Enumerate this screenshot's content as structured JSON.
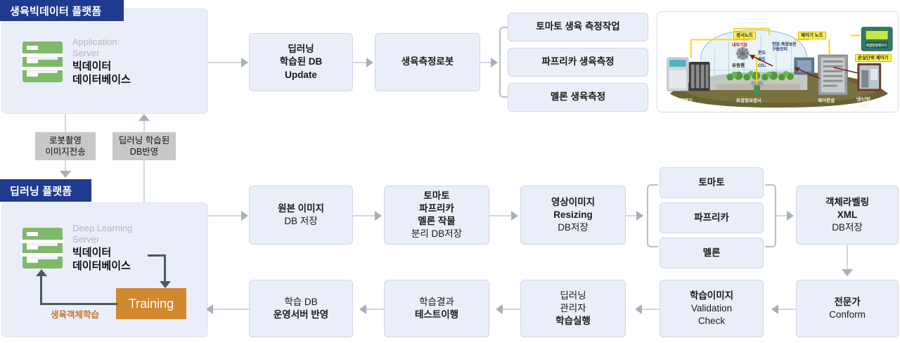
{
  "platforms": [
    {
      "key": "growth_bigdata",
      "title": "생육빅데이터 플랫폼",
      "server_sub": "Application\nServer",
      "server_main": "빅데이터\n데이터베이스",
      "icon": "server-icon"
    },
    {
      "key": "deep_learning",
      "title": "딥러닝 플랫폼",
      "server_sub": "Deep Learning\nServer",
      "server_main": "빅데이터\n데이터베이스",
      "icon": "server-icon",
      "training_label": "Training",
      "loop_label": "생육객체학습"
    }
  ],
  "link_tags": [
    {
      "key": "robot_image",
      "text": "로봇촬영\n이미지전송"
    },
    {
      "key": "db_reflect",
      "text": "딥러닝 학습된\nDB반영"
    }
  ],
  "top_flow": [
    {
      "key": "dl_db_update",
      "lines": [
        {
          "t": "딥러닝",
          "w": "b"
        },
        {
          "t": "학습된 DB",
          "w": "b"
        },
        {
          "t": "Update",
          "w": "b"
        }
      ]
    },
    {
      "key": "growth_robot",
      "lines": [
        {
          "t": "생육측정로봇",
          "w": "b"
        }
      ]
    }
  ],
  "top_branch": [
    {
      "key": "tomato_measure",
      "label": "토마토 생육 측정작업"
    },
    {
      "key": "paprika_measure",
      "label": "파프리카 생육측정"
    },
    {
      "key": "melon_measure",
      "label": "멜론 생육측정"
    }
  ],
  "mid_flow": [
    {
      "key": "origin_image_db",
      "lines": [
        {
          "t": "원본 이미지",
          "w": "b"
        },
        {
          "t": "DB 저장",
          "w": "r"
        }
      ]
    },
    {
      "key": "crop_split_db",
      "lines": [
        {
          "t": "토마토",
          "w": "b"
        },
        {
          "t": "파프리카",
          "w": "b"
        },
        {
          "t": "멜론 작물",
          "w": "m"
        },
        {
          "t": "분리 DB저장",
          "w": "r"
        }
      ]
    },
    {
      "key": "image_resizing",
      "lines": [
        {
          "t": "영상이미지",
          "w": "b"
        },
        {
          "t": "Resizing",
          "w": "b"
        },
        {
          "t": "DB저장",
          "w": "r"
        }
      ]
    },
    {
      "key": "object_labeling_xml",
      "lines": [
        {
          "t": "객체라벨링",
          "w": "b"
        },
        {
          "t": "XML",
          "w": "b"
        },
        {
          "t": "DB저장",
          "w": "r"
        }
      ]
    }
  ],
  "mid_branch": [
    {
      "key": "tomato",
      "label": "토마토"
    },
    {
      "key": "paprika",
      "label": "파프리카"
    },
    {
      "key": "melon",
      "label": "멜론"
    }
  ],
  "bottom_flow": [
    {
      "key": "train_db_deploy",
      "lines": [
        {
          "t": "학습 DB",
          "w": "r"
        },
        {
          "t": "운영서버 반영",
          "w": "b"
        }
      ]
    },
    {
      "key": "train_result_test",
      "lines": [
        {
          "t": "학습결과",
          "w": "r"
        },
        {
          "t": "테스트이행",
          "w": "b"
        }
      ]
    },
    {
      "key": "dl_manager_train",
      "lines": [
        {
          "t": "딥러닝",
          "w": "r"
        },
        {
          "t": "관리자",
          "w": "r"
        },
        {
          "t": "학습실행",
          "w": "b"
        }
      ]
    },
    {
      "key": "train_image_validation",
      "lines": [
        {
          "t": "학습이미지",
          "w": "b"
        },
        {
          "t": "Validation",
          "w": "r"
        },
        {
          "t": "Check",
          "w": "r"
        }
      ]
    },
    {
      "key": "expert_conform",
      "lines": [
        {
          "t": "전문가",
          "w": "b"
        },
        {
          "t": "Conform",
          "w": "r"
        }
      ]
    }
  ],
  "greenhouse": {
    "name": "greenhouse-sensor-diagram",
    "tags": [
      {
        "key": "sensor_node",
        "text": "센서노드"
      },
      {
        "key": "controller_node",
        "text": "제어기 노드"
      },
      {
        "key": "greenhouse_unit_controller",
        "text": "온실단위 제어기"
      }
    ],
    "blue_labels": [
      {
        "key": "internal_weather",
        "text": "내부기상"
      },
      {
        "key": "temp",
        "text": "온도"
      },
      {
        "key": "humidity",
        "text": "습도"
      },
      {
        "key": "co2",
        "text": "CO₂"
      },
      {
        "key": "ceiling_side_insulation",
        "text": "천장.측창보온\n구동모터"
      }
    ],
    "dark_labels": [
      {
        "key": "circulation_fan",
        "text": "유동팬"
      },
      {
        "key": "nutrient_supply",
        "text": "양액기"
      },
      {
        "key": "soil_sensor",
        "text": "토양정보센서"
      },
      {
        "key": "control_panel",
        "text": "제어판넬"
      },
      {
        "key": "hvac_control",
        "text": "냉/난방\n제어"
      }
    ],
    "device_caption": "복합환경제어기"
  },
  "colors": {
    "panel_header": "#1f3a8f",
    "panel_bg": "#eaeef8",
    "box_bg": "#eaeef8",
    "box_border": "#cfd6e8",
    "server_green": "#7fb96a",
    "training_orange": "#d2882f",
    "loop_text": "#c8752a",
    "tag_gray": "#c8c8c8",
    "connector": "#d3d6de",
    "arrow": "#a9aeba"
  }
}
